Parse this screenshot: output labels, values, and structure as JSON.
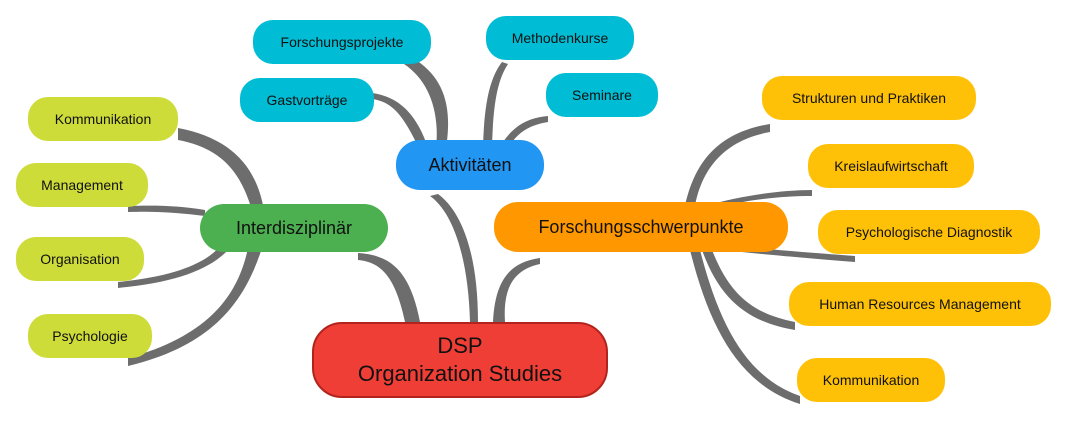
{
  "colors": {
    "connector": "#6d6d6d",
    "root": "#ef3e36",
    "root_border": "#b3231d",
    "activities": "#2196f3",
    "activities_leaf": "#00bcd4",
    "interdisciplinary": "#4caf50",
    "interdisciplinary_leaf": "#cddc39",
    "focus": "#ff9800",
    "focus_leaf": "#ffc107"
  },
  "root": {
    "line1": "DSP",
    "line2": "Organization Studies"
  },
  "branches": {
    "aktivitaeten": {
      "label": "Aktivitäten",
      "children": [
        "Forschungsprojekte",
        "Methodenkurse",
        "Gastvorträge",
        "Seminare"
      ]
    },
    "interdisziplinaer": {
      "label": "Interdisziplinär",
      "children": [
        "Kommunikation",
        "Management",
        "Organisation",
        "Psychologie"
      ]
    },
    "forschungsschwerpunkte": {
      "label": "Forschungsschwerpunkte",
      "children": [
        "Strukturen und Praktiken",
        "Kreislaufwirtschaft",
        "Psychologische Diagnostik",
        "Human Resources Management",
        "Kommunikation"
      ]
    }
  }
}
